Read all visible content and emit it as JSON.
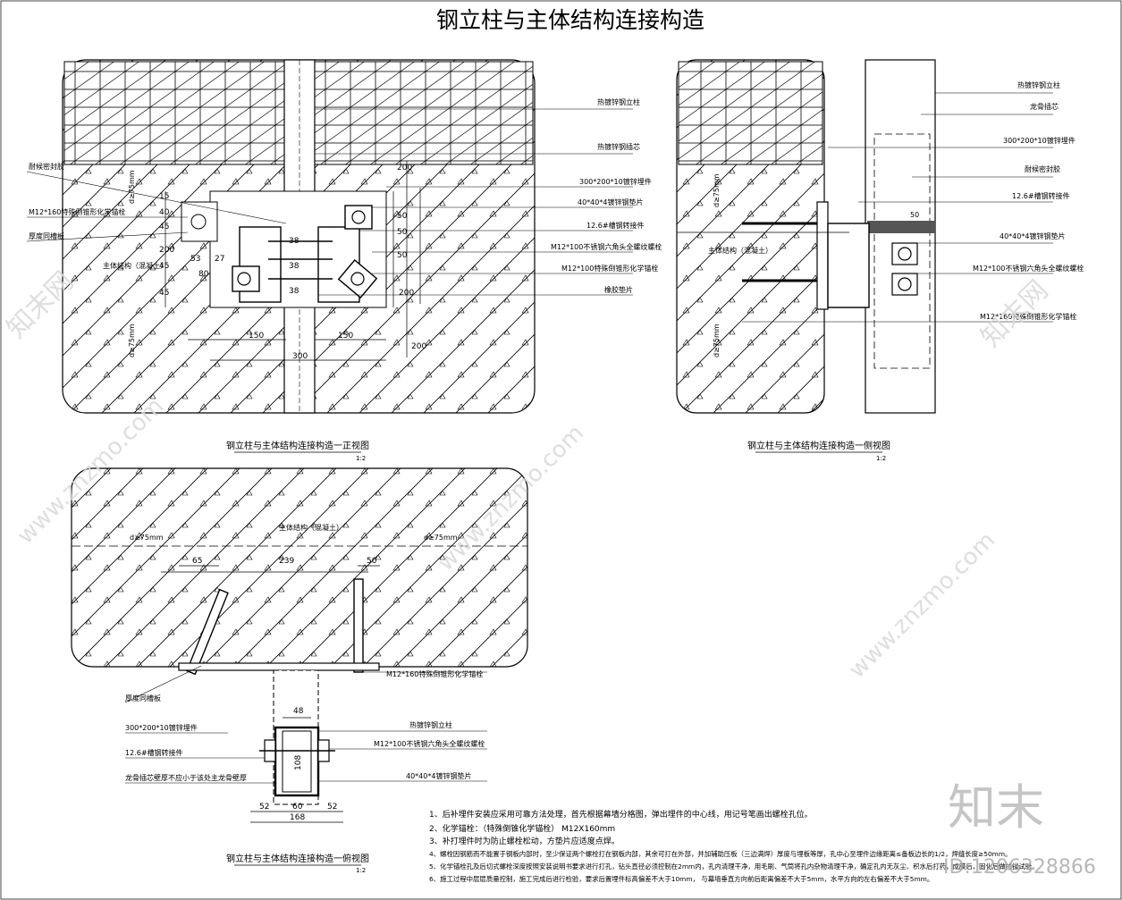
{
  "title": "钢立柱与主体结构连接构造",
  "watermark": {
    "site": "www.znzmo.com",
    "brand": "知末网",
    "logo": "知末",
    "id": "ID:1206328866"
  },
  "front_view": {
    "caption": "钢立柱与主体结构连接构造一正视图",
    "scale": "1:2",
    "labels": {
      "hot_dip_column": "热镀锌钢立柱",
      "hot_dip_core": "热镀锌钢插芯",
      "embed_plate": "300*200*10镀锌埋件",
      "angle_gasket": "40*40*4镀锌钢垫片",
      "channel_connector": "12.6#槽钢转接件",
      "ss_bolt": "M12*100不锈钢六角头全螺纹螺栓",
      "chem_anchor_100": "M12*100特殊倒锥形化学锚栓",
      "rubber_pad": "橡胶垫片",
      "sealant": "耐候密封胶",
      "chem_anchor_160": "M12*160特殊倒锥形化学锚栓",
      "thick_plate": "厚度同槽板",
      "structure": "主体结构（混凝土）",
      "depth": "d≥75mm"
    },
    "dims": [
      "15",
      "40",
      "45",
      "200",
      "53",
      "27",
      "80",
      "45",
      "45",
      "38",
      "38",
      "38",
      "150",
      "150",
      "300",
      "200",
      "50",
      "50",
      "50",
      "200",
      "200"
    ]
  },
  "side_view": {
    "caption": "钢立柱与主体结构连接构造一侧视图",
    "scale": "1:2",
    "labels": {
      "hot_dip_column": "热镀锌钢立柱",
      "core": "龙骨插芯",
      "embed_plate": "300*200*10镀锌埋件",
      "sealant": "耐候密封胶",
      "channel_connector": "12.6#槽钢转接件",
      "angle_gasket": "40*40*4镀锌钢垫片",
      "ss_bolt": "M12*100不锈钢六角头全螺纹螺栓",
      "chem_anchor_160": "M12*160特殊倒锥形化学锚栓",
      "structure": "主体结构（混凝土）",
      "depth": "d≥75mm"
    },
    "dims": [
      "50"
    ]
  },
  "plan_view": {
    "caption": "钢立柱与主体结构连接构造一俯视图",
    "scale": "1:2",
    "labels": {
      "structure": "主体结构（混凝土）",
      "depth_left": "d≥75mm",
      "depth_right": "d≥75mm",
      "chem_anchor_160": "M12*160特殊倒锥形化学锚栓",
      "thick_plate": "厚度同槽板",
      "embed_plate": "300*200*10镀锌埋件",
      "channel_connector": "12.6#槽钢转接件",
      "core_note": "龙骨插芯壁厚不应小于该处主龙骨壁厚",
      "hot_dip_column": "热镀锌钢立柱",
      "ss_bolt": "M12*100不锈钢六角头全螺纹螺栓",
      "angle_gasket": "40*40*4镀锌钢垫片"
    },
    "dims": [
      "65",
      "239",
      "50",
      "48",
      "108",
      "52",
      "60",
      "52",
      "168"
    ]
  },
  "notes": [
    "1、后补埋件安装应采用可靠方法处理，首先根据幕墙分格图，弹出埋件的中心线，用记号笔画出螺栓孔位。",
    "2、化学锚栓：（特殊倒锥化学锚栓） M12X160mm",
    "3、补打埋件时为防止螺栓松动，方垫片应适度点焊。",
    "4、螺栓因钢筋而不能置于钢板内部时，至少保证两个螺栓打在钢板内部，其余可打在外部，并加辅助压板（三边满焊）厚度与埋板等厚，孔中心至埋件边缘距离≤备板边长的1/2，焊缝长度≥50mm。",
    "5、化学锚栓孔及后切式螺栓深度按照安装说明书要求进行打孔，钻头直径必须控制在2mm内，孔内清理干净，用毛刷、气筒将孔内杂物清理干净，确定孔内无灰尘、积水后打药，成膜后，固化后做拉拔试验。",
    "6、施工过程中层层质量控制，施工完成后进行检验，要求后置埋件标高偏差不大于10mm， 与幕墙垂直方向前后距离偏差不大于5mm，水平方向的左右偏差不大于5mm。"
  ]
}
